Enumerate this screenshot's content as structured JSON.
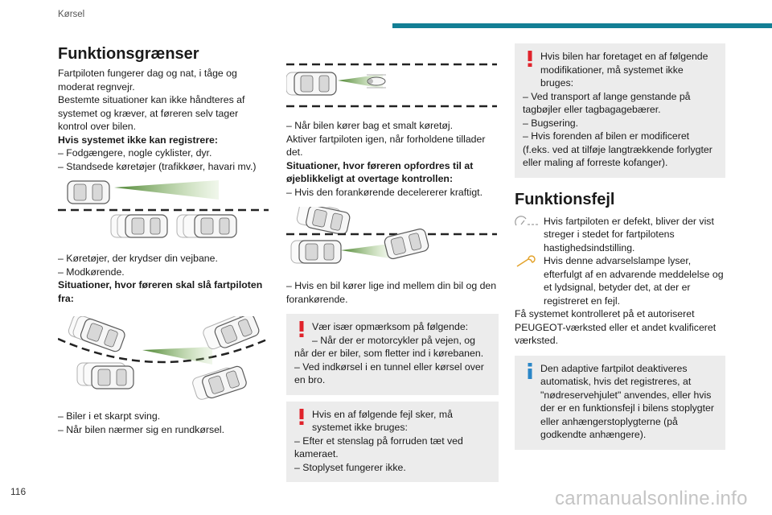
{
  "header": {
    "section": "Kørsel",
    "bar_color": "#137f95"
  },
  "page_number": "116",
  "watermark": "carmanualsonline.info",
  "col1": {
    "title": "Funktionsgrænser",
    "p1": "Fartpiloten fungerer dag og nat, i tåge og moderat regnvejr.",
    "p2": "Bestemte situationer kan ikke håndteres af systemet og kræver, at føreren selv tager kontrol over bilen.",
    "h_cannot": "Hvis systemet ikke kan registrere:",
    "l1": "– Fodgængere, nogle cyklister, dyr.",
    "l2": "– Standsede køretøjer (trafikkøer, havari mv.)",
    "l3": "– Køretøjer, der krydser din vejbane.",
    "l4": "– Modkørende.",
    "h_off": "Situationer, hvor føreren skal slå fartpiloten fra:",
    "l5": "– Biler i et skarpt sving.",
    "l6": "– Når bilen nærmer sig en rundkørsel."
  },
  "col2": {
    "l1": "– Når bilen kører bag et smalt køretøj.",
    "p1": "Aktiver fartpiloten igen, når forholdene tillader det.",
    "h_take": "Situationer, hvor føreren opfordres til at øjeblikkeligt at overtage kontrollen:",
    "l2": "– Hvis den forankørende decelererer kraftigt.",
    "l3": "– Hvis en bil kører lige ind mellem din bil og den forankørende.",
    "warn1": {
      "title": "Vær især opmærksom på følgende:",
      "l1": "– Når der er motorcykler på vejen, og når der er biler, som fletter ind i kørebanen.",
      "l2": "– Ved indkørsel i en tunnel eller kørsel over en bro."
    },
    "warn2": {
      "title": "Hvis en af følgende fejl sker, må systemet ikke bruges:",
      "l1": "– Efter et stenslag på forruden tæt ved kameraet.",
      "l2": "– Stoplyset fungerer ikke."
    }
  },
  "col3": {
    "warn3": {
      "title": "Hvis bilen har foretaget en af følgende modifikationer, må systemet ikke bruges:",
      "l1": "– Ved transport af lange genstande på tagbøjler eller tagbagagebærer.",
      "l2": "– Bugsering.",
      "l3": "– Hvis forenden af bilen er modificeret (f.eks. ved at tilføje langtrækkende forlygter eller maling af forreste kofanger)."
    },
    "title": "Funktionsfejl",
    "p1": "Hvis fartpiloten er defekt, bliver der vist streger i stedet for fartpilotens hastighedsindstilling.",
    "p2": "Hvis denne advarselslampe lyser, efterfulgt af en advarende meddelelse og et lydsignal, betyder det, at der er registreret en fejl.",
    "p3": "Få systemet kontrolleret på et autoriseret PEUGEOT-værksted eller et andet kvalificeret værksted.",
    "info": "Den adaptive fartpilot deaktiveres automatisk, hvis det registreres, at \"nødreservehjulet\" anvendes, eller hvis der er en funktionsfejl i bilens stoplygter eller anhængerstoplygterne (på godkendte anhængere)."
  },
  "colors": {
    "warning": "#e0232b",
    "info": "#2a86c7",
    "accent": "#137f95",
    "beam": "#4f8a2e"
  }
}
